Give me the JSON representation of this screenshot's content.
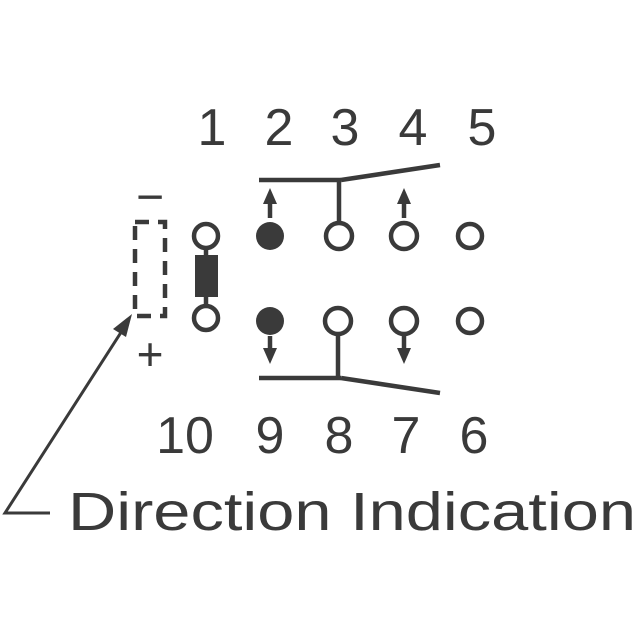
{
  "colors": {
    "ink": "#3a3a3a",
    "background": "#ffffff"
  },
  "pins_top": [
    "1",
    "2",
    "3",
    "4",
    "5"
  ],
  "pins_bottom": [
    "10",
    "9",
    "8",
    "7",
    "6"
  ],
  "polarity": {
    "minus": "−",
    "plus": "+"
  },
  "caption": "Direction Indication"
}
